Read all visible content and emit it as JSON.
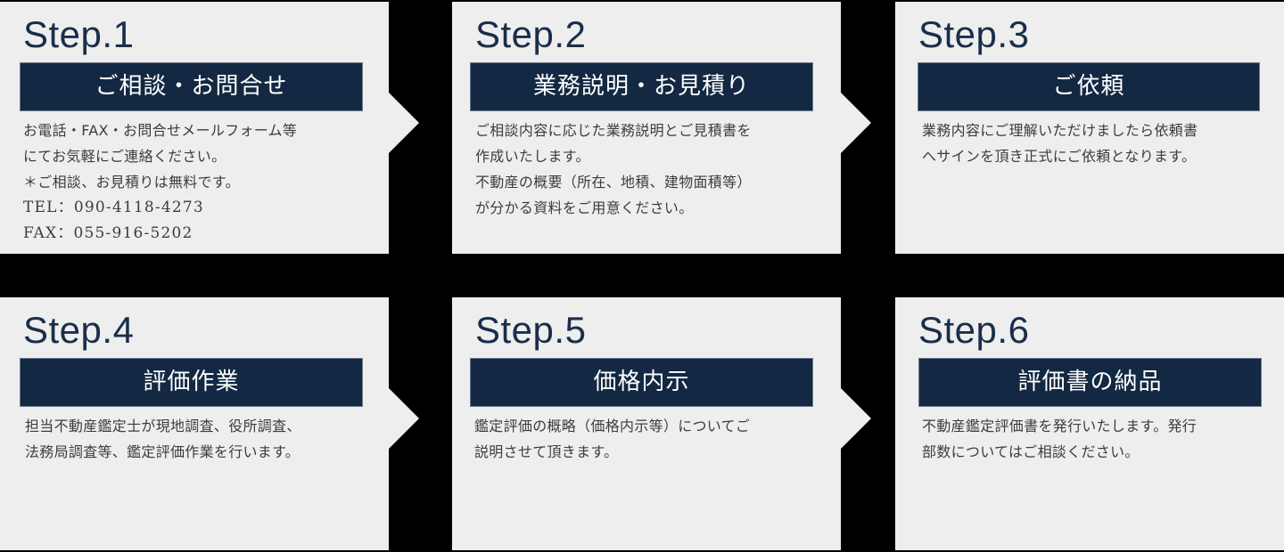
{
  "colors": {
    "background": "#000000",
    "card": "#eeeeee",
    "header_bar": "#132842",
    "step_title": "#1a2e4a",
    "body_text": "#3c3c3c"
  },
  "steps": [
    {
      "title": "Step.1",
      "header": "ご相談・お問合せ",
      "lines": [
        "お電話・FAX・お問合せメールフォーム等",
        "にてお気軽にご連絡ください。",
        "＊ご相談、お見積りは無料です。",
        "TEL：090-4118-4273",
        "FAX：055-916-5202"
      ],
      "has_arrow": true
    },
    {
      "title": "Step.2",
      "header": "業務説明・お見積り",
      "lines": [
        "ご相談内容に応じた業務説明とご見積書を",
        "作成いたします。",
        "不動産の概要（所在、地積、建物面積等）",
        "が分かる資料をご用意ください。"
      ],
      "has_arrow": true
    },
    {
      "title": "Step.3",
      "header": "ご依頼",
      "lines": [
        "業務内容にご理解いただけましたら依頼書",
        "へサインを頂き正式にご依頼となります。"
      ],
      "has_arrow": false
    },
    {
      "title": "Step.4",
      "header": "評価作業",
      "lines": [
        "担当不動産鑑定士が現地調査、役所調査、",
        "法務局調査等、鑑定評価作業を行います。"
      ],
      "has_arrow": true
    },
    {
      "title": "Step.5",
      "header": "価格内示",
      "lines": [
        "鑑定評価の概略（価格内示等）についてご",
        "説明させて頂きます。"
      ],
      "has_arrow": true
    },
    {
      "title": "Step.6",
      "header": "評価書の納品",
      "lines": [
        "不動産鑑定評価書を発行いたします。発行",
        "部数についてはご相談ください。"
      ],
      "has_arrow": false
    }
  ]
}
